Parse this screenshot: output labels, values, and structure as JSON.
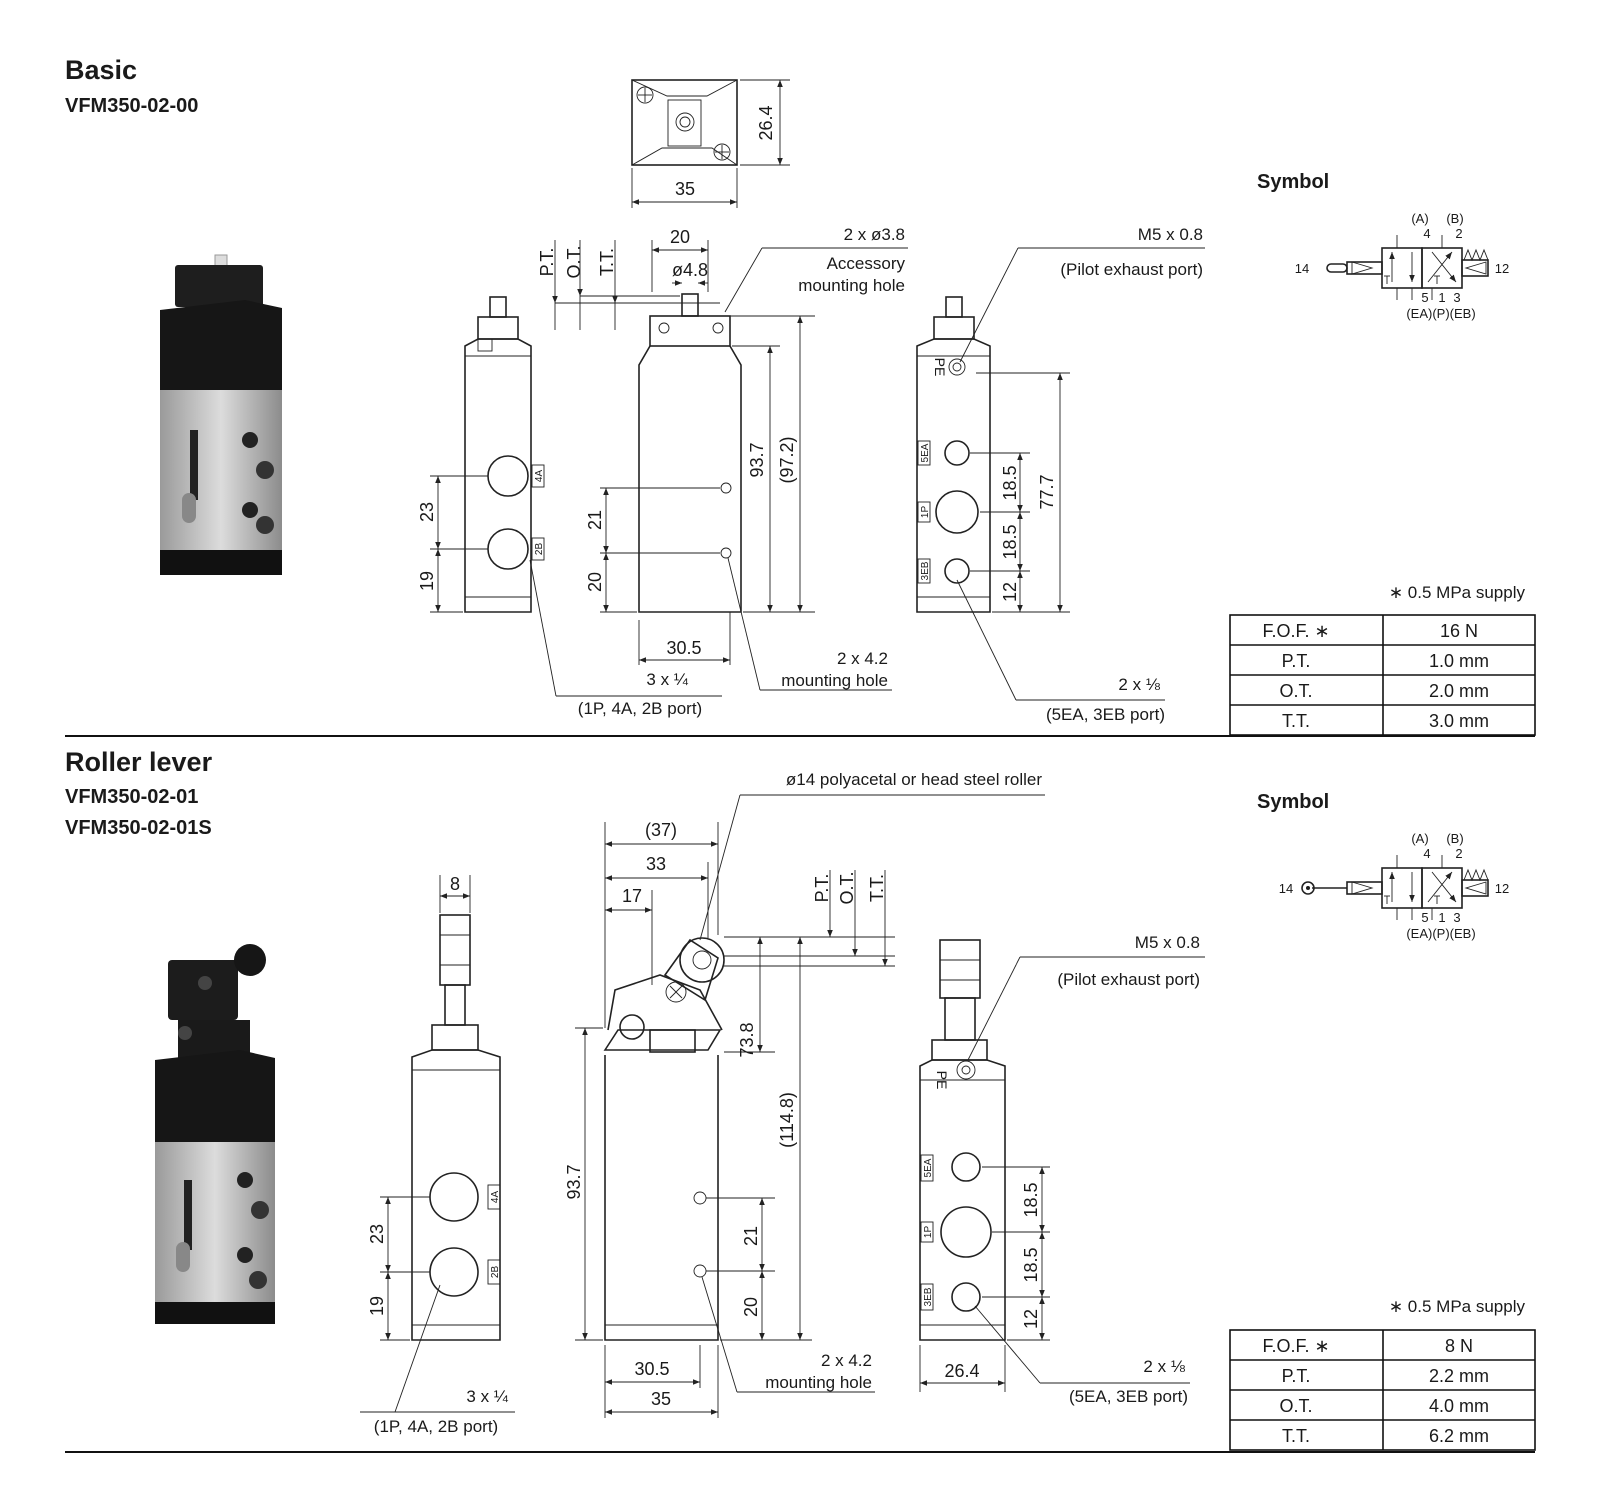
{
  "sections": [
    {
      "title": "Basic",
      "models": [
        "VFM350-02-00"
      ],
      "symbol_label": "Symbol",
      "symbol_ports": {
        "a": "(A)",
        "b": "(B)",
        "p4": "4",
        "p2": "2",
        "p14": "14",
        "p12": "12",
        "p5": "5",
        "p1": "1",
        "p3": "3",
        "bottom": "(EA)(P)(EB)"
      },
      "supply_note": "∗ 0.5 MPa supply",
      "spec_table": [
        [
          "F.O.F. ∗",
          "16 N"
        ],
        [
          "P.T.",
          "1.0 mm"
        ],
        [
          "O.T.",
          "2.0 mm"
        ],
        [
          "T.T.",
          "3.0 mm"
        ]
      ],
      "dims": {
        "top_w": "35",
        "top_h": "26.4",
        "w20": "20",
        "dia48": "ø4.8",
        "pt": "P.T.",
        "ot": "O.T.",
        "tt": "T.T.",
        "d23": "23",
        "d19": "19",
        "d21": "21",
        "d20": "20",
        "d937": "93.7",
        "d972": "(97.2)",
        "d305": "30.5",
        "d185a": "18.5",
        "d185b": "18.5",
        "d12": "12",
        "d777": "77.7",
        "label_pe": "PE",
        "label_4a": "4A",
        "label_2b": "2B",
        "label_5ea": "5EA",
        "label_1p": "1P",
        "label_3eb": "3EB"
      },
      "callouts": {
        "hole_count": "2 x ø3.8",
        "hole_desc1": "Accessory",
        "hole_desc2": "mounting hole",
        "m5": "M5 x 0.8",
        "m5_desc": "(Pilot exhaust port)",
        "port14": "3 x ¼",
        "port14_desc": "(1P, 4A, 2B port)",
        "mount": "2 x 4.2",
        "mount_desc": "mounting hole",
        "port18": "2 x ⅛",
        "port18_desc": "(5EA, 3EB port)"
      }
    },
    {
      "title": "Roller lever",
      "models": [
        "VFM350-02-01",
        "VFM350-02-01S"
      ],
      "symbol_label": "Symbol",
      "symbol_ports": {
        "a": "(A)",
        "b": "(B)",
        "p4": "4",
        "p2": "2",
        "p14": "14",
        "p12": "12",
        "p5": "5",
        "p1": "1",
        "p3": "3",
        "bottom": "(EA)(P)(EB)"
      },
      "supply_note": "∗ 0.5 MPa supply",
      "spec_table": [
        [
          "F.O.F. ∗",
          "8 N"
        ],
        [
          "P.T.",
          "2.2 mm"
        ],
        [
          "O.T.",
          "4.0 mm"
        ],
        [
          "T.T.",
          "6.2 mm"
        ]
      ],
      "dims": {
        "d8": "8",
        "d37": "(37)",
        "d33": "33",
        "d17": "17",
        "pt": "P.T.",
        "ot": "O.T.",
        "tt": "T.T.",
        "d738": "73.8",
        "d1148": "(114.8)",
        "d937": "93.7",
        "d23": "23",
        "d19": "19",
        "d21": "21",
        "d20": "20",
        "d305": "30.5",
        "d35": "35",
        "d264": "26.4",
        "d185a": "18.5",
        "d185b": "18.5",
        "d12": "12",
        "label_pe": "PE",
        "label_4a": "4A",
        "label_2b": "2B",
        "label_5ea": "5EA",
        "label_1p": "1P",
        "label_3eb": "3EB"
      },
      "callouts": {
        "roller": "ø14 polyacetal or head steel roller",
        "m5": "M5 x 0.8",
        "m5_desc": "(Pilot exhaust port)",
        "port14": "3 x ¼",
        "port14_desc": "(1P, 4A, 2B port)",
        "mount": "2 x 4.2",
        "mount_desc": "mounting hole",
        "port18": "2 x ⅛",
        "port18_desc": "(5EA, 3EB port)"
      }
    }
  ]
}
